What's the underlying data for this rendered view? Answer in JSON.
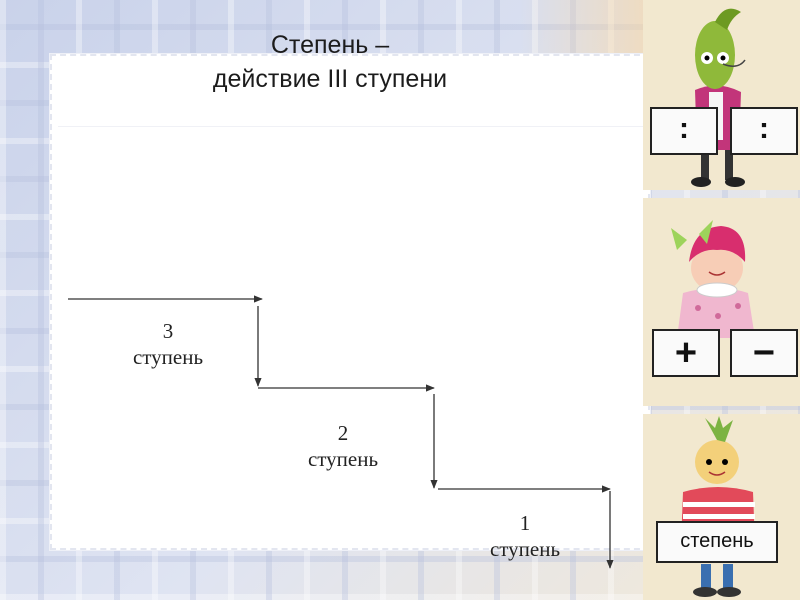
{
  "title": {
    "line1": "Степень –",
    "line2": "действие III ступени"
  },
  "steps": [
    {
      "number": "3",
      "word": "ступень"
    },
    {
      "number": "2",
      "word": "ступень"
    },
    {
      "number": "1",
      "word": "ступень"
    }
  ],
  "cards": [
    {
      "character": "cucumber-character",
      "signs": [
        ":",
        ":"
      ]
    },
    {
      "character": "girl-character",
      "signs": [
        "+",
        "−"
      ]
    },
    {
      "character": "onion-character",
      "sign": "степень"
    }
  ],
  "colors": {
    "background": "#d9dceb",
    "panel": "#ffffff",
    "arrow": "#333333"
  }
}
